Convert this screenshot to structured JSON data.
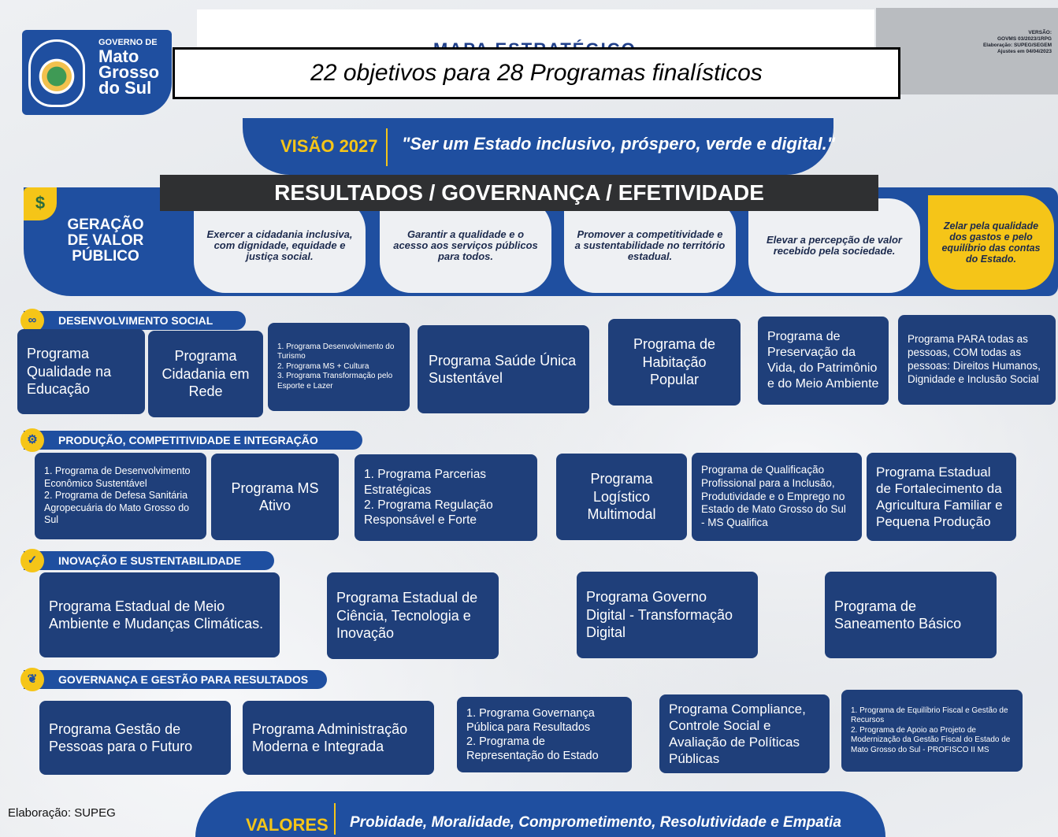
{
  "header": {
    "gov_label": "GOVERNO DE",
    "gov_name": "Mato Grosso do Sul",
    "mapa_peek": "MAPA ESTRATÉGICO",
    "headline": "22 objetivos para 28 Programas finalísticos",
    "version": "VERSÃO:\nGOVMS 03/2023/1RPG\nElaboração: SUPEG/SEGEM\nAjustes em 04/04/2023"
  },
  "visao": {
    "label": "VISÃO 2027",
    "text": "\"Ser um Estado inclusivo, próspero, verde e digital.\""
  },
  "resultados": "RESULTADOS / GOVERNANÇA / EFETIVIDADE",
  "gvp": {
    "icon": "$",
    "title": "GERAÇÃO DE VALOR PÚBLICO",
    "objectives": [
      "Exercer a cidadania inclusiva, com dignidade, equidade e justiça social.",
      "Garantir a qualidade e o acesso aos serviços públicos para todos.",
      "Promover a competitividade e a sustentabilidade no território estadual.",
      "Elevar a percepção de valor recebido pela sociedade.",
      "Zelar pela qualidade dos gastos e pelo equilíbrio das contas do Estado."
    ]
  },
  "sections": {
    "social": {
      "title": "DESENVOLVIMENTO SOCIAL",
      "programs": [
        "Programa Qualidade na Educação",
        "Programa Cidadania em Rede",
        "1. Programa Desenvolvimento do Turismo\n2. Programa MS + Cultura\n3. Programa Transformação pelo Esporte e Lazer",
        "Programa Saúde Única Sustentável",
        "Programa de Habitação Popular",
        "Programa de Preservação da Vida, do Patrimônio e do Meio Ambiente",
        "Programa PARA todas as pessoas, COM todas as pessoas: Direitos Humanos, Dignidade e Inclusão Social"
      ]
    },
    "producao": {
      "title": "PRODUÇÃO, COMPETITIVIDADE E INTEGRAÇÃO",
      "programs": [
        "1. Programa de Desenvolvimento Econômico Sustentável\n2. Programa de Defesa Sanitária Agropecuária do Mato Grosso do Sul",
        "Programa MS Ativo",
        "1. Programa Parcerias Estratégicas\n2. Programa Regulação Responsável e Forte",
        "Programa Logístico Multimodal",
        "Programa de Qualificação Profissional para a Inclusão, Produtividade e o Emprego no Estado de Mato Grosso do Sul - MS Qualifica",
        "Programa Estadual de Fortalecimento da Agricultura Familiar e Pequena Produção"
      ]
    },
    "inovacao": {
      "title": "INOVAÇÃO E SUSTENTABILIDADE",
      "programs": [
        "Programa Estadual de Meio Ambiente e Mudanças Climáticas.",
        "Programa Estadual de Ciência, Tecnologia e Inovação",
        "Programa Governo Digital - Transformação Digital",
        "Programa de Saneamento Básico"
      ]
    },
    "governanca": {
      "title": "GOVERNANÇA E GESTÃO PARA RESULTADOS",
      "programs": [
        "Programa Gestão de Pessoas para o Futuro",
        "Programa Administração Moderna e Integrada",
        "1. Programa Governança Pública para Resultados\n2. Programa de Representação do Estado",
        "Programa Compliance, Controle Social e Avaliação de Políticas Públicas",
        "1. Programa de Equilíbrio Fiscal e Gestão de Recursos\n2. Programa de Apoio ao Projeto de Modernização da Gestão Fiscal do Estado de Mato Grosso do Sul - PROFISCO II MS"
      ]
    }
  },
  "footer": {
    "credit": "Elaboração: SUPEG",
    "valores_label": "VALORES",
    "valores_text": "Probidade, Moralidade, Comprometimento, Resolutividade e Empatia"
  },
  "colors": {
    "brand_blue": "#1f4fa0",
    "program_box": "#1f3f7a",
    "accent_yellow": "#f5c518",
    "results_bar": "#2f3032"
  }
}
